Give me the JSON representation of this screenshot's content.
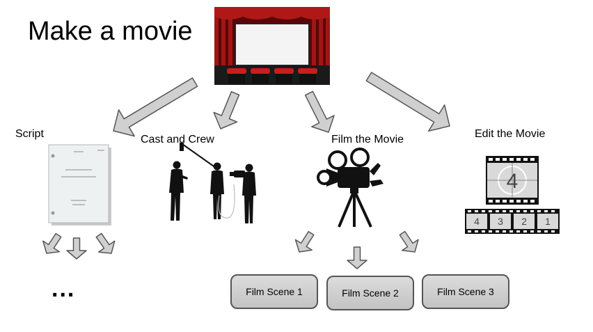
{
  "title": "Make a movie",
  "branches": {
    "script": "Script",
    "cast_crew": "Cast and Crew",
    "film": "Film the Movie",
    "edit": "Edit the Movie"
  },
  "ellipsis": "...",
  "scenes": [
    "Film Scene 1",
    "Film Scene 2",
    "Film Scene 3"
  ],
  "countdown": {
    "big": "4",
    "strip": [
      "4",
      "3",
      "2",
      "1"
    ]
  },
  "colors": {
    "arrow_fill": "#d0d0d0",
    "arrow_stroke": "#555555",
    "curtain": "#8b0d0d",
    "scene_box": "#c8c8c8"
  }
}
